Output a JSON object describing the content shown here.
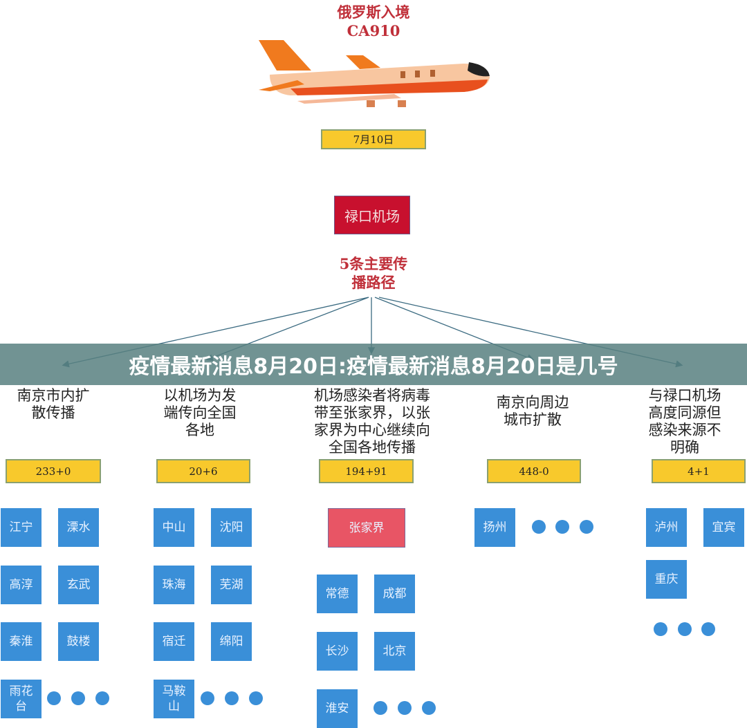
{
  "header": {
    "title_line1": "俄罗斯入境",
    "title_line2": "CA910",
    "date": "7月10日"
  },
  "airport": {
    "label": "禄口机场"
  },
  "routes_title": {
    "line1": "5条主要传",
    "line2": "播路径"
  },
  "banner": {
    "text": "疫情最新消息8月20日:疫情最新消息8月20日是几号"
  },
  "colors": {
    "red": "#c8102e",
    "blue": "#3a8fd8",
    "yellow": "#f8c92c",
    "pink": "#e85565"
  },
  "columns": [
    {
      "heading": [
        "南京市内扩",
        "散传播"
      ],
      "count": "233+0",
      "cities": [
        "江宁",
        "溧水",
        "高淳",
        "玄武",
        "秦淮",
        "鼓楼",
        "雨花\n台"
      ]
    },
    {
      "heading": [
        "以机场为发",
        "端传向全国",
        "各地"
      ],
      "count": "20+6",
      "cities": [
        "中山",
        "沈阳",
        "珠海",
        "芜湖",
        "宿迁",
        "绵阳",
        "马鞍\n山"
      ]
    },
    {
      "heading": [
        "机场感染者将病毒",
        "带至张家界，以张",
        "家界为中心继续向",
        "全国各地传播"
      ],
      "count": "194+91",
      "hub": "张家界",
      "cities": [
        "常德",
        "成都",
        "长沙",
        "北京",
        "淮安"
      ]
    },
    {
      "heading": [
        "南京向周边",
        "城市扩散"
      ],
      "count": "448-0",
      "cities": [
        "扬州"
      ]
    },
    {
      "heading": [
        "与禄口机场",
        "高度同源但",
        "感染来源不",
        "明确"
      ],
      "count": "4+1",
      "cities": [
        "泸州",
        "宜宾",
        "重庆"
      ]
    }
  ]
}
